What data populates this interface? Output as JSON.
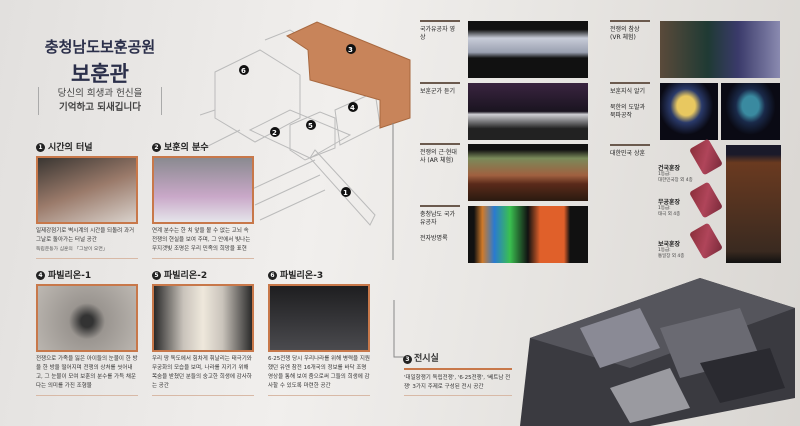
{
  "header": {
    "org": "충청남도보훈공원",
    "title": "보훈관",
    "tagline_1": "당신의 희생과 헌신을",
    "tagline_2": "기억하고 되새깁니다"
  },
  "sections": [
    {
      "num": "1",
      "title": "시간의 터널",
      "desc": "일제강점기로 벽시계의 시간을 되돌려 과거 그날로 돌아가는 터널 공간",
      "sub": "독립운동가 심훈의 「그날이 오면」"
    },
    {
      "num": "2",
      "title": "보훈의 분수",
      "desc": "연계 분수는 한 치 앞을 볼 수 없는 고뇌 속 전쟁의 현실을 보여 주며, 그 안에서 빛나는 무지갯빛 조명은 우리 민족의 희망을 표현"
    },
    {
      "num": "4",
      "title": "파빌리온-1",
      "desc": "전쟁으로 가족을 잃은 아이들의 눈물이 한 방울 한 방울 떨어지며 전쟁의 상처를 씻어내고, 그 눈물이 모여 보훈의 분수를 가득 채운다는 의미를 가진 조형물"
    },
    {
      "num": "5",
      "title": "파빌리온-2",
      "desc": "우리 땅 독도에서 힘차게 휘날리는 태극기와 무궁화의 모습을 보며, 나라를 지키기 위해 목숨을 받쳤던 분들의 숭고한 희생에 감사하는 공간"
    },
    {
      "num": "6",
      "title": "파빌리온-3",
      "desc": "6·25전쟁 당시 우리나라를 위해 병력을 지원했던 유엔 참전 16개국의 정보를 바닥 조명영상을 통해 보여 줌으로써 그들의 희생에 감사할 수 있도록 마련한 공간"
    }
  ],
  "diagram": {
    "labels": [
      "1",
      "2",
      "3",
      "4",
      "5",
      "6"
    ]
  },
  "exhibits_left": [
    {
      "label": "국가유공자 영상"
    },
    {
      "label": "보훈군가 듣기"
    },
    {
      "label": "전쟁의 근·현대사 (AR 체험)"
    },
    {
      "label": "충청남도 국가유공자",
      "label2": "전자방명록"
    }
  ],
  "exhibits_right": [
    {
      "label": "전쟁의 참상 (VR 체험)"
    },
    {
      "label": "보훈지식 알기",
      "label2": "북한의 도발과 북파공작"
    },
    {
      "label": "대한민국 상훈"
    }
  ],
  "medals": [
    {
      "name": "건국훈장",
      "grade": "1등급:",
      "detail": "대한민국장 외 4종"
    },
    {
      "name": "무공훈장",
      "grade": "1등급:",
      "detail": "태극 외 4종"
    },
    {
      "name": "보국훈장",
      "grade": "1등급:",
      "detail": "통일장 외 4종"
    }
  ],
  "hall": {
    "num": "3",
    "title": "전시실",
    "desc": "'대일항쟁기 독립전쟁', '6·25전쟁', '베트남 전쟁' 3가지 주제로 구성된 전시 공간"
  },
  "colors": {
    "accent": "#c8784a",
    "navy": "#2b2f4a"
  }
}
